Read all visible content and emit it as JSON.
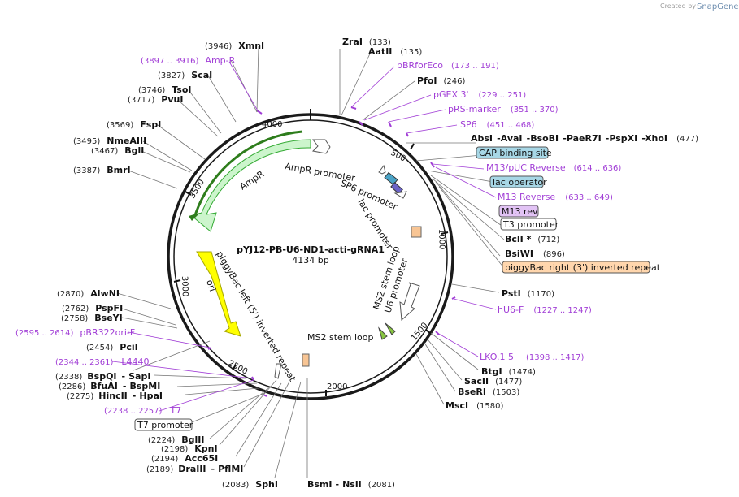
{
  "branding": {
    "created_by": "Created by",
    "product": "SnapGene"
  },
  "plasmid": {
    "name": "pYJ12-PB-U6-ND1-acti-gRNA1",
    "size_label": "4134 bp"
  },
  "scale_ticks": [
    "4000",
    "500",
    "1000",
    "1500",
    "2000",
    "2500",
    "3000",
    "3500"
  ],
  "enzymes": {
    "zrai": {
      "name": "ZraI",
      "pos": "(133)"
    },
    "aatii": {
      "name": "AatII",
      "pos": "(135)"
    },
    "pfoi": {
      "name": "PfoI",
      "pos": "(246)"
    },
    "absi": {
      "name": "AbsI",
      "pos": ""
    },
    "avai": {
      "name": "AvaI",
      "pos": ""
    },
    "bsobi": {
      "name": "BsoBI",
      "pos": ""
    },
    "paer7i": {
      "name": "PaeR7I",
      "pos": ""
    },
    "pspxi": {
      "name": "PspXI",
      "pos": ""
    },
    "xhoi": {
      "name": "XhoI",
      "pos": "(477)"
    },
    "bcli": {
      "name": "BclI *",
      "pos": "(712)"
    },
    "bsiwi": {
      "name": "BsiWI",
      "pos": "(896)"
    },
    "psti": {
      "name": "PstI",
      "pos": "(1170)"
    },
    "btgi": {
      "name": "BtgI",
      "pos": "(1474)"
    },
    "sacii": {
      "name": "SacII",
      "pos": "(1477)"
    },
    "bseri": {
      "name": "BseRI",
      "pos": "(1503)"
    },
    "msci": {
      "name": "MscI",
      "pos": "(1580)"
    },
    "bsmi": {
      "name": "BsmI",
      "pos": ""
    },
    "nsii": {
      "name": "NsiI",
      "pos": "(2081)"
    },
    "sphi": {
      "name": "SphI",
      "pos": "(2083)"
    },
    "draiii": {
      "name": "DraIII",
      "pos": "(2189)"
    },
    "pflmi": {
      "name": "PflMI",
      "pos": ""
    },
    "acc65i": {
      "name": "Acc65I",
      "pos": "(2194)"
    },
    "kpni": {
      "name": "KpnI",
      "pos": "(2198)"
    },
    "bglii": {
      "name": "BglII",
      "pos": "(2224)"
    },
    "hincii": {
      "name": "HincII",
      "pos": "(2275)"
    },
    "hpai": {
      "name": "HpaI",
      "pos": ""
    },
    "bfuai": {
      "name": "BfuAI",
      "pos": "(2286)"
    },
    "bspmi": {
      "name": "BspMI",
      "pos": ""
    },
    "bspqi": {
      "name": "BspQI",
      "pos": "(2338)"
    },
    "sapi": {
      "name": "SapI",
      "pos": ""
    },
    "pcii": {
      "name": "PciI",
      "pos": "(2454)"
    },
    "bseyi": {
      "name": "BseYI",
      "pos": "(2758)"
    },
    "pspfi": {
      "name": "PspFI",
      "pos": "(2762)"
    },
    "alwni": {
      "name": "AlwNI",
      "pos": "(2870)"
    },
    "bmri": {
      "name": "BmrI",
      "pos": "(3387)"
    },
    "bgli": {
      "name": "BglI",
      "pos": "(3467)"
    },
    "nmeaiii": {
      "name": "NmeAIII",
      "pos": "(3495)"
    },
    "fspi": {
      "name": "FspI",
      "pos": "(3569)"
    },
    "pvui": {
      "name": "PvuI",
      "pos": "(3717)"
    },
    "tsoi": {
      "name": "TsoI",
      "pos": "(3746)"
    },
    "scai": {
      "name": "ScaI",
      "pos": "(3827)"
    },
    "xmni": {
      "name": "XmnI",
      "pos": "(3946)"
    }
  },
  "primers": {
    "amp_r": {
      "name": "Amp-R",
      "pos": "(3897 .. 3916)"
    },
    "pbrforeco": {
      "name": "pBRforEco",
      "pos": "(173 .. 191)"
    },
    "pgex3": {
      "name": "pGEX 3'",
      "pos": "(229 .. 251)"
    },
    "prs_marker": {
      "name": "pRS-marker",
      "pos": "(351 .. 370)"
    },
    "sp6": {
      "name": "SP6",
      "pos": "(451 .. 468)"
    },
    "m13_puc_rev": {
      "name": "M13/pUC Reverse",
      "pos": "(614 .. 636)"
    },
    "m13_reverse": {
      "name": "M13 Reverse",
      "pos": "(633 .. 649)"
    },
    "hu6_f": {
      "name": "hU6-F",
      "pos": "(1227 .. 1247)"
    },
    "lko1_5": {
      "name": "LKO.1 5'",
      "pos": "(1398 .. 1417)"
    },
    "t7": {
      "name": "T7",
      "pos": "(2238 .. 2257)"
    },
    "l4440": {
      "name": "L4440",
      "pos": "(2344 .. 2361)"
    },
    "pbr322ori_f": {
      "name": "pBR322ori-F",
      "pos": "(2595 .. 2614)"
    }
  },
  "feature_boxes": {
    "cap_binding_site": "CAP binding site",
    "lac_operator": "lac operator",
    "m13_rev": "M13 rev",
    "t3_promoter": "T3 promoter",
    "piggybac_right": "piggyBac right (3') inverted repeat",
    "t7_promoter": "T7 promoter"
  },
  "inner_features": {
    "ampr": "AmpR",
    "ampr_promoter": "AmpR promoter",
    "sp6_promoter": "SP6 promoter",
    "lac_promoter": "lac promoter",
    "ms2_stem_loop_1": "MS2 stem loop",
    "u6_promoter": "U6 promoter",
    "ms2_stem_loop_2": "MS2 stem loop",
    "piggybac_left": "piggyBac left (5') inverted repeat",
    "ori": "ori"
  },
  "colors": {
    "backbone": "#1a1a1a",
    "ampr_fill": "#ccf5cc",
    "ori_fill": "#ffff00",
    "primer": "#a13ed6",
    "cap_box": "#a7d7e6",
    "m13rev_box": "#e2c3f5",
    "piggybac_box": "#ffd6ad",
    "orange_feature": "#f8c594"
  }
}
